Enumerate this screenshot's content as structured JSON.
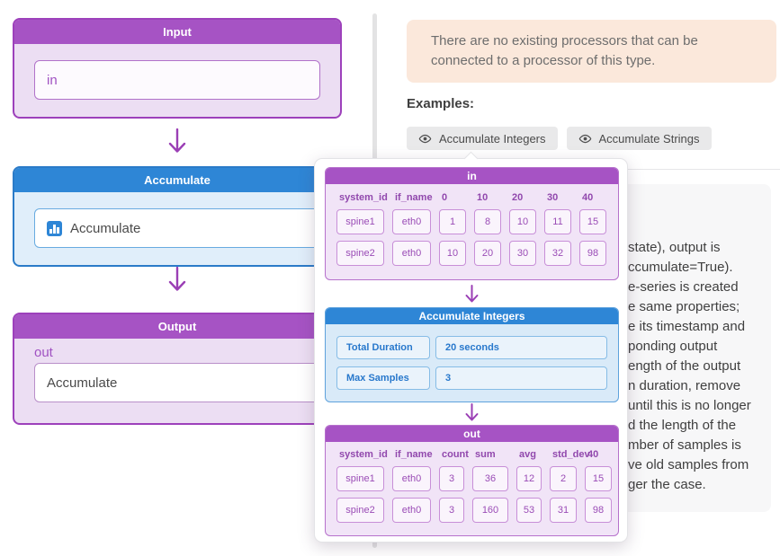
{
  "flow": {
    "input_node": {
      "title": "Input",
      "field_value": "in"
    },
    "accumulate_node": {
      "title": "Accumulate",
      "field_value": "Accumulate"
    },
    "output_node": {
      "title": "Output",
      "port_label": "out",
      "field_value": "Accumulate"
    }
  },
  "help": {
    "notice": "There are no existing processors that can be connected to a processor of this type.",
    "examples_label": "Examples:",
    "example_buttons": [
      {
        "label": "Accumulate Integers",
        "icon": "eye-icon"
      },
      {
        "label": "Accumulate Strings",
        "icon": "eye-icon"
      }
    ],
    "doc_fragments": [
      "state), output is",
      "ccumulate=True).",
      "e-series is created",
      "e same properties;",
      "e its timestamp and",
      "ponding output",
      "ength of the output",
      "n duration, remove",
      "until this is no longer",
      "d the length of the",
      "mber of samples is",
      "ve old samples from",
      "ger the case."
    ]
  },
  "popup": {
    "in_table": {
      "title": "in",
      "columns": [
        "system_id",
        "if_name",
        "0",
        "10",
        "20",
        "30",
        "40"
      ],
      "rows": [
        [
          "spine1",
          "eth0",
          "1",
          "8",
          "10",
          "11",
          "15"
        ],
        [
          "spine2",
          "eth0",
          "10",
          "20",
          "30",
          "32",
          "98"
        ]
      ]
    },
    "processor": {
      "title": "Accumulate Integers",
      "params": [
        {
          "name": "Total Duration",
          "value": "20 seconds"
        },
        {
          "name": "Max Samples",
          "value": "3"
        }
      ]
    },
    "out_table": {
      "title": "out",
      "columns": [
        "system_id",
        "if_name",
        "count",
        "sum",
        "avg",
        "std_dev",
        "40"
      ],
      "rows": [
        [
          "spine1",
          "eth0",
          "3",
          "36",
          "12",
          "2",
          "15"
        ],
        [
          "spine2",
          "eth0",
          "3",
          "160",
          "53",
          "31",
          "98"
        ]
      ]
    }
  },
  "colors": {
    "purple_header": "#a653c4",
    "blue_header": "#2e86d6",
    "notice_bg": "#fbe8db",
    "doc_bg": "#f7f7f8"
  }
}
